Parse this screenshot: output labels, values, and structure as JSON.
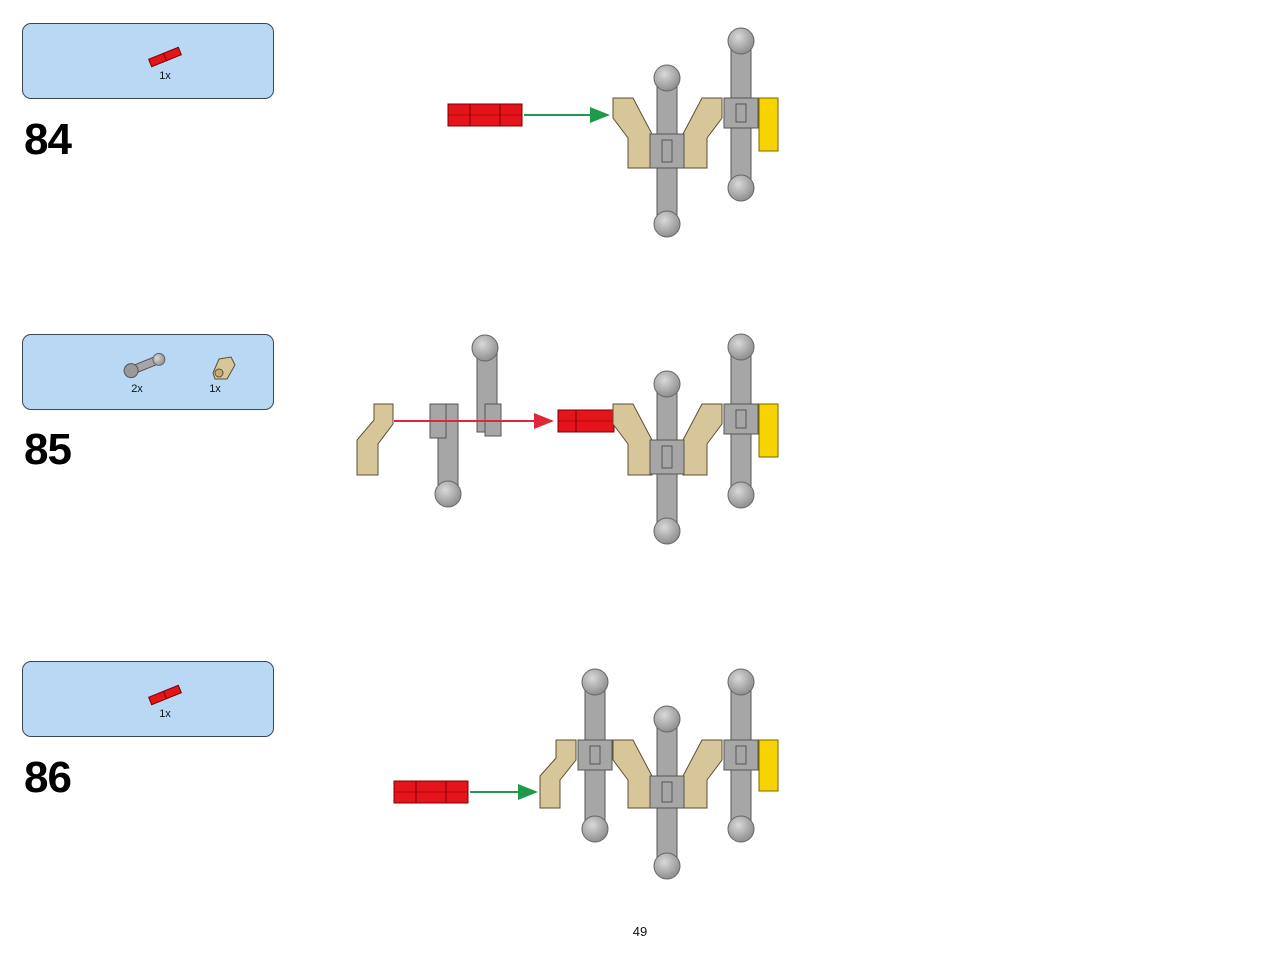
{
  "page": {
    "number": "49"
  },
  "steps": [
    {
      "number": "84",
      "parts": [
        {
          "name": "red axle pin",
          "quantity": "1x"
        }
      ],
      "arrow_color": "#1f9a4a"
    },
    {
      "number": "85",
      "parts": [
        {
          "name": "grey ball joint",
          "quantity": "2x"
        },
        {
          "name": "tan connector",
          "quantity": "1x"
        }
      ],
      "arrow_color": "#e0263a"
    },
    {
      "number": "86",
      "parts": [
        {
          "name": "red axle pin",
          "quantity": "1x"
        }
      ],
      "arrow_color": "#1f9a4a"
    }
  ],
  "colors": {
    "parts_box": "#b9d8f4",
    "red_part": "#e5141b",
    "tan_part": "#d8c69b",
    "grey_part": "#a6a6a6",
    "yellow_part": "#f7d300"
  }
}
